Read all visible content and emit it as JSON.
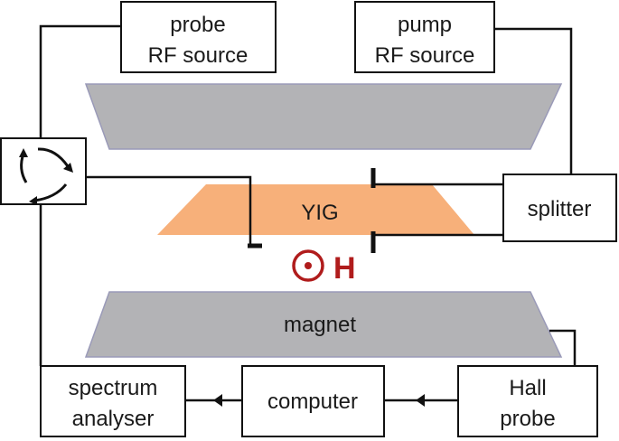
{
  "components": {
    "probe_source": {
      "line1": "probe",
      "line2": "RF source"
    },
    "pump_source": {
      "line1": "pump",
      "line2": "RF source"
    },
    "splitter": {
      "label": "splitter"
    },
    "yig": {
      "label": "YIG"
    },
    "magnet": {
      "label": "magnet"
    },
    "spectrum_analyser": {
      "line1": "spectrum",
      "line2": "analyser"
    },
    "computer": {
      "label": "computer"
    },
    "hall_probe": {
      "line1": "Hall",
      "line2": "probe"
    },
    "field": {
      "symbol": "H"
    }
  },
  "colors": {
    "magnet_fill": "#b3b3b6",
    "magnet_stroke": "#9a9ab8",
    "yig_fill": "#f7b07a",
    "field_red": "#b01c1c",
    "line": "#111111"
  }
}
